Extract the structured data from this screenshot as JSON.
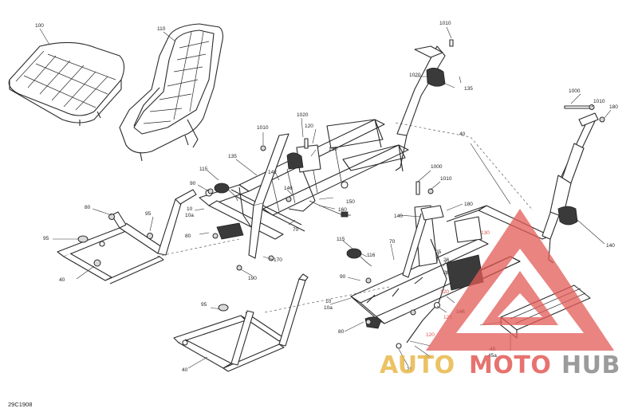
{
  "diagram": {
    "reference_code": "29C1908",
    "callouts": {
      "c100": "100",
      "c110": "110",
      "c1010a": "1010",
      "c1020a": "1020",
      "c135a": "135",
      "c1020b": "1020",
      "c1010b": "1010",
      "c120": "120",
      "c130": "130",
      "c40a": "40",
      "c1000a": "1000",
      "c1010c": "1010",
      "c180a": "180",
      "c135b": "135",
      "c142": "142",
      "c146a": "146",
      "c150": "150",
      "c160": "160",
      "c115a": "115",
      "c90a": "90",
      "c10a": "10",
      "c10aa": "10a",
      "c80a": "80",
      "c95a": "95",
      "c95b": "95",
      "c80b": "80",
      "c40b": "40",
      "c70a": "70",
      "c170": "170",
      "c190": "190",
      "c1000b": "1000",
      "c1010d": "1010",
      "c180b": "180",
      "c140a": "140",
      "c130b": "130",
      "c140b": "140",
      "c115b": "115",
      "c116": "116",
      "c90b": "90",
      "c70b": "70",
      "c25": "25",
      "c26a": "26",
      "c28": "28",
      "c120b": "120",
      "c146b": "146",
      "c125": "125",
      "c10b": "10",
      "c10ab": "10a",
      "c80c": "80",
      "c95c": "95",
      "c40c": "40",
      "c120c": "120",
      "c26b": "26",
      "c20": "20",
      "c45": "45",
      "c45a": "45a"
    }
  },
  "watermark": {
    "brand_left": "AUTO",
    "brand_mid": "MOTO",
    "brand_right": "HUB",
    "colors": {
      "auto": "#e8b84a",
      "moto": "#e25b57",
      "hub": "#8a8a8a",
      "triangle": "#e25b57"
    }
  }
}
